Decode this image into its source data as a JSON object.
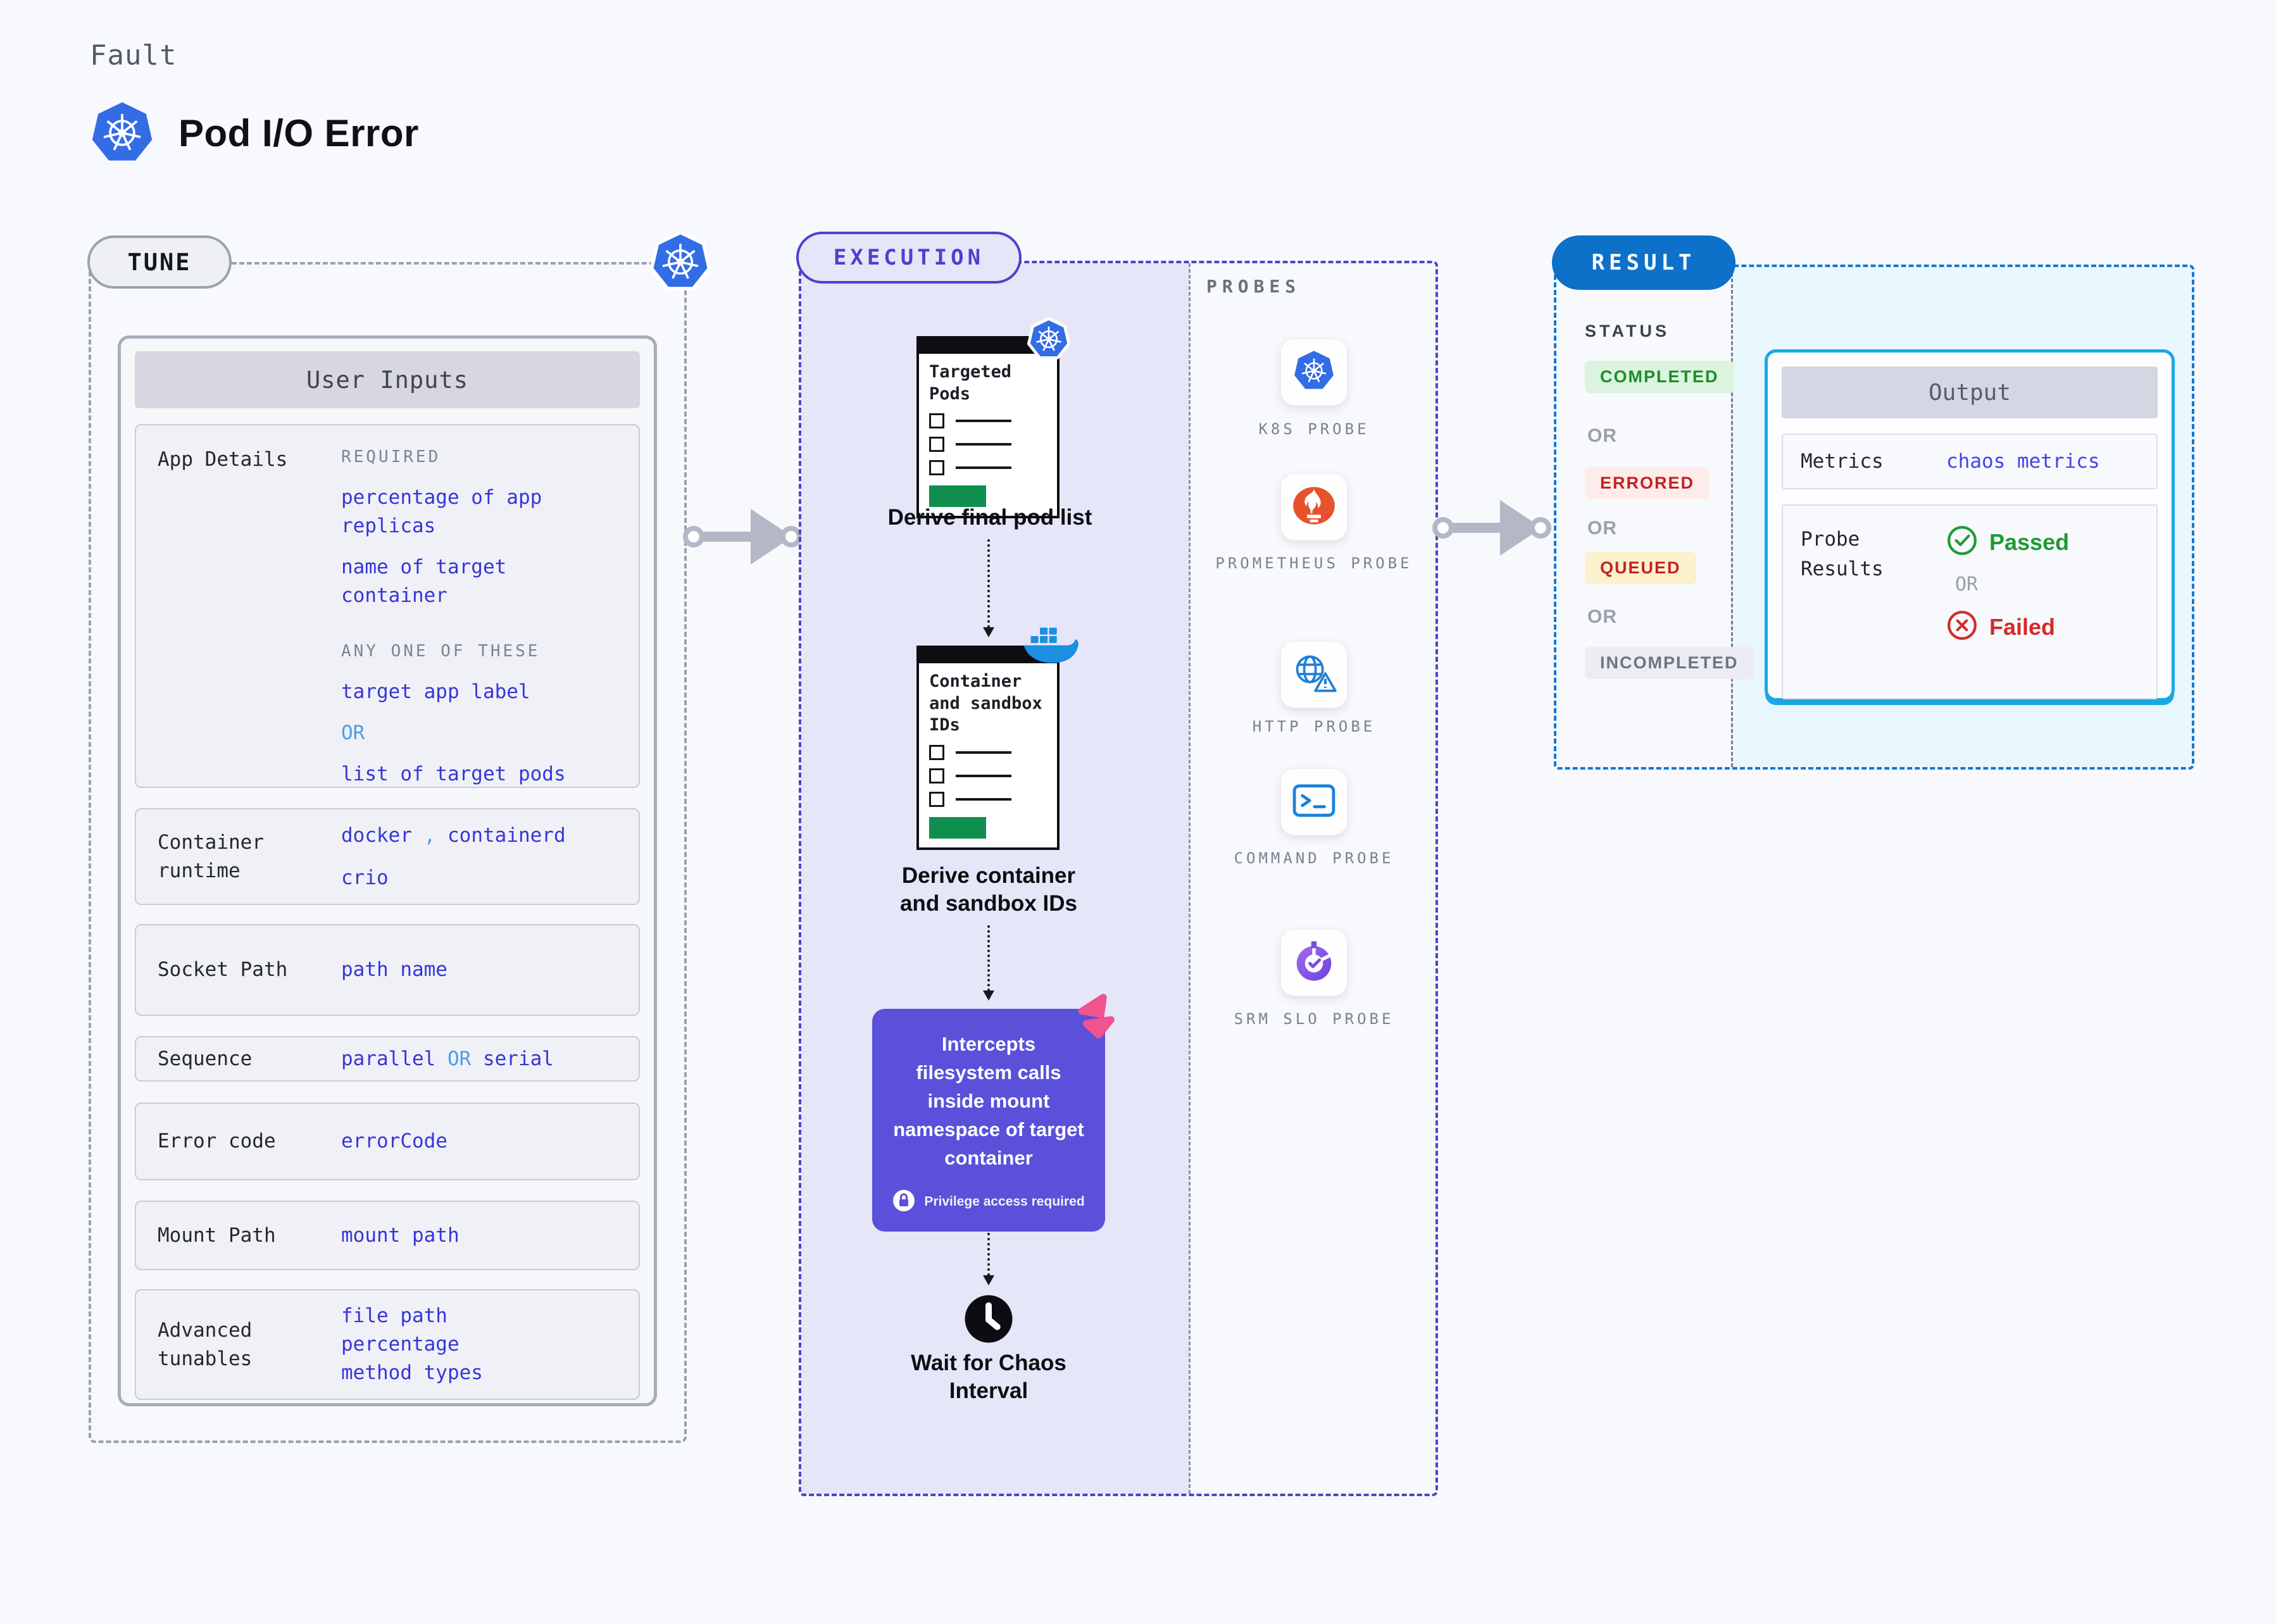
{
  "header": {
    "eyebrow": "Fault",
    "title": "Pod I/O Error"
  },
  "tune": {
    "label": "TUNE",
    "user_inputs_title": "User Inputs",
    "app_details": {
      "label": "App Details",
      "required_heading": "REQUIRED",
      "required_1": "percentage of app replicas",
      "required_2": "name of target container",
      "anyone_heading": "ANY ONE OF THESE",
      "option_1": "target app label",
      "or": "OR",
      "option_2": "list of target pods"
    },
    "container_runtime": {
      "label": "Container runtime",
      "value_1": "docker",
      "separator": ",",
      "value_2": "containerd",
      "value_3": "crio"
    },
    "socket_path": {
      "label": "Socket Path",
      "value": "path name"
    },
    "sequence": {
      "label": "Sequence",
      "value_1": "parallel",
      "or": "OR",
      "value_2": "serial"
    },
    "error_code": {
      "label": "Error code",
      "value": "errorCode"
    },
    "mount_path": {
      "label": "Mount Path",
      "value": "mount path"
    },
    "advanced_tunables": {
      "label": "Advanced tunables",
      "value_1": "file path",
      "value_2": "percentage",
      "value_3": "method types"
    }
  },
  "execution": {
    "label": "EXECUTION",
    "step1": {
      "doc_title": "Targeted Pods",
      "caption": "Derive final pod list"
    },
    "step2": {
      "doc_title": "Container and sandbox IDs",
      "caption": "Derive container and sandbox IDs"
    },
    "step3": {
      "text": "Intercepts filesystem calls inside mount namespace of target container",
      "badge": "Privilege access required"
    },
    "step4": {
      "caption": "Wait for Chaos Interval"
    },
    "probes": {
      "heading": "PROBES",
      "items": [
        "K8S PROBE",
        "PROMETHEUS PROBE",
        "HTTP PROBE",
        "COMMAND PROBE",
        "SRM SLO PROBE"
      ]
    }
  },
  "result": {
    "label": "RESULT",
    "status_heading": "STATUS",
    "statuses": [
      "COMPLETED",
      "ERRORED",
      "QUEUED",
      "INCOMPLETED"
    ],
    "or": "OR",
    "output": {
      "title": "Output",
      "metrics_label": "Metrics",
      "metrics_value": "chaos metrics",
      "probe_results_label": "Probe Results",
      "passed": "Passed",
      "or": "OR",
      "failed": "Failed"
    }
  },
  "colors": {
    "background": "#f8f9fc",
    "indigo_accent": "#3636d8",
    "light_blue_accent": "#4f9de6",
    "execution_border": "#4a46cc",
    "execution_fill": "#e6e6f9",
    "purple_box": "#5a50da",
    "result_blue": "#0d70c9",
    "output_border": "#18a8e2",
    "completed_green": "#1b8c2e",
    "errored_red": "#c32222",
    "passed_green": "#1d9b35",
    "failed_red": "#d32b2b",
    "kubernetes_blue": "#326de6",
    "docker_blue": "#1d8fe0",
    "prometheus_orange": "#e6522c",
    "chaos_pink": "#f0538f",
    "doc_green_bar": "#0f8f4d"
  }
}
